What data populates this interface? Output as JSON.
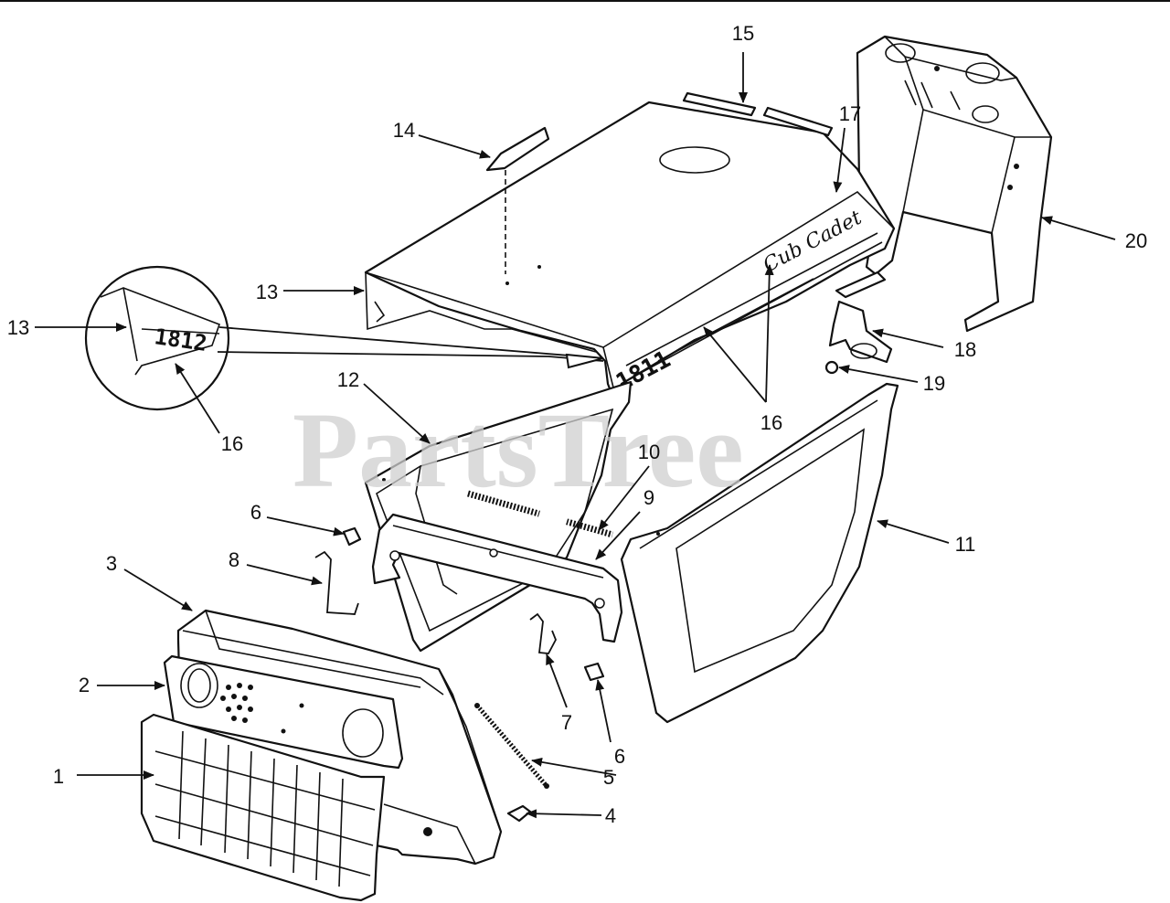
{
  "watermark": "PartsTree",
  "decals": {
    "model_main": "1811",
    "model_alt": "1812",
    "brand": "Cub Cadet"
  },
  "callouts": [
    {
      "id": "c1",
      "label": "1"
    },
    {
      "id": "c2",
      "label": "2"
    },
    {
      "id": "c3",
      "label": "3"
    },
    {
      "id": "c4",
      "label": "4"
    },
    {
      "id": "c5",
      "label": "5"
    },
    {
      "id": "c6a",
      "label": "6"
    },
    {
      "id": "c6b",
      "label": "6"
    },
    {
      "id": "c7",
      "label": "7"
    },
    {
      "id": "c8",
      "label": "8"
    },
    {
      "id": "c9",
      "label": "9"
    },
    {
      "id": "c10",
      "label": "10"
    },
    {
      "id": "c11",
      "label": "11"
    },
    {
      "id": "c12",
      "label": "12"
    },
    {
      "id": "c13a",
      "label": "13"
    },
    {
      "id": "c13b",
      "label": "13"
    },
    {
      "id": "c14",
      "label": "14"
    },
    {
      "id": "c15",
      "label": "15"
    },
    {
      "id": "c16a",
      "label": "16"
    },
    {
      "id": "c16b",
      "label": "16"
    },
    {
      "id": "c17",
      "label": "17"
    },
    {
      "id": "c18",
      "label": "18"
    },
    {
      "id": "c19",
      "label": "19"
    },
    {
      "id": "c20",
      "label": "20"
    }
  ]
}
